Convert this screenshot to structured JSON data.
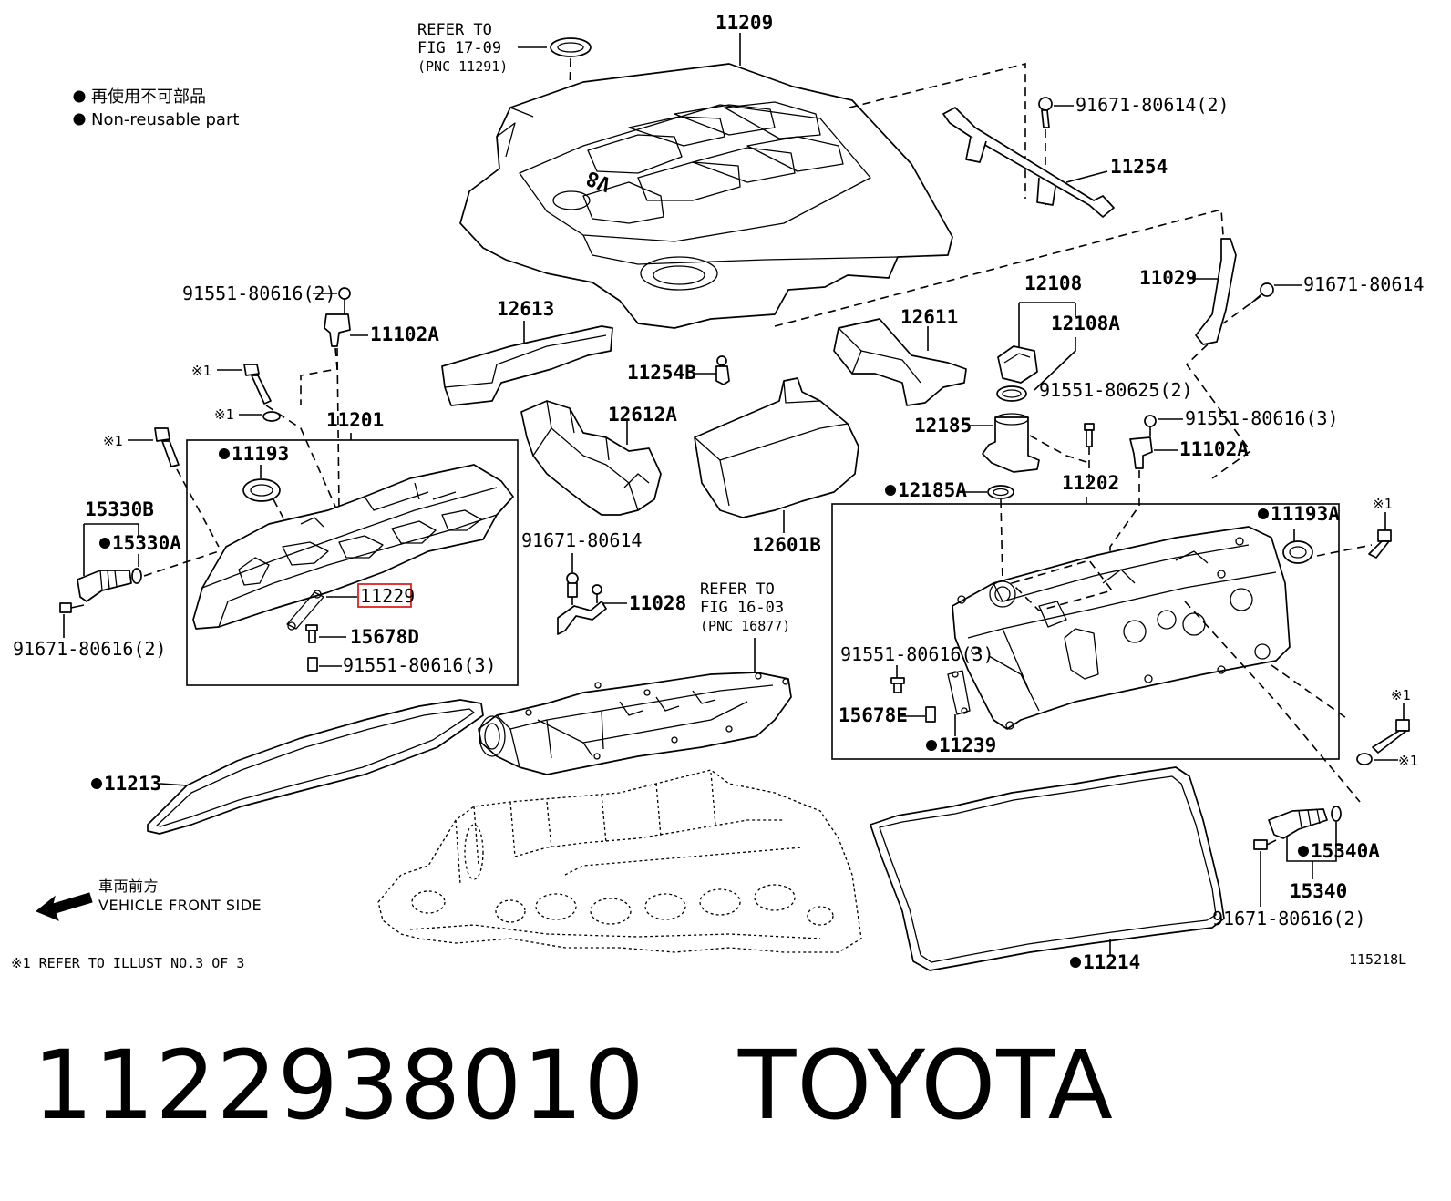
{
  "legend": {
    "jp": "再使用不可部品",
    "en": "Non-reusable part"
  },
  "front": {
    "jp": "車両前方",
    "en": "VEHICLE FRONT SIDE"
  },
  "refers": {
    "fig17": [
      "REFER TO",
      "FIG 17-09",
      "(PNC 11291)"
    ],
    "fig16": [
      "REFER TO",
      "FIG 16-03",
      "(PNC 16877)"
    ]
  },
  "footnote": "※1 REFER TO ILLUST NO.3 OF 3",
  "illust_no": "115218L",
  "labels": {
    "p11209": "11209",
    "p91671_80614_2": "91671-80614(2)",
    "p11254": "11254",
    "p11029": "11029",
    "p91671_80614_r": "91671-80614",
    "p91551_80616_2": "91551-80616(2)",
    "p11102A_l": "11102A",
    "p12613": "12613",
    "p12611": "12611",
    "p12108": "12108",
    "p12108A": "12108A",
    "p11254B": "11254B",
    "p91551_80625_2": "91551-80625(2)",
    "p91551_80616_3_r": "91551-80616(3)",
    "p11102A_r": "11102A",
    "p12612A": "12612A",
    "p12185": "12185",
    "p11201": "11201",
    "p11193": "11193",
    "p11202": "11202",
    "p12185A": "12185A",
    "p11193A": "11193A",
    "p15330B": "15330B",
    "p15330A": "15330A",
    "p12601B": "12601B",
    "p91671_80614_c": "91671-80614",
    "p11229": "11229",
    "p11028": "11028",
    "p91671_80616_2_l": "91671-80616(2)",
    "p15678D": "15678D",
    "p91551_80616_3_l": "91551-80616(3)",
    "p91551_80616_3_b": "91551-80616(3)",
    "p15678E": "15678E",
    "p11239": "11239",
    "p11213": "11213",
    "p15340A": "15340A",
    "p15340": "15340",
    "p91671_80616_2_r": "91671-80616(2)",
    "p11214": "11214",
    "x1": "※1"
  },
  "footer": {
    "part_number": "1122938010",
    "brand": "TOYOTA"
  },
  "colors": {
    "ink": "#000000",
    "highlight": "#dd2222",
    "background": "#ffffff"
  }
}
